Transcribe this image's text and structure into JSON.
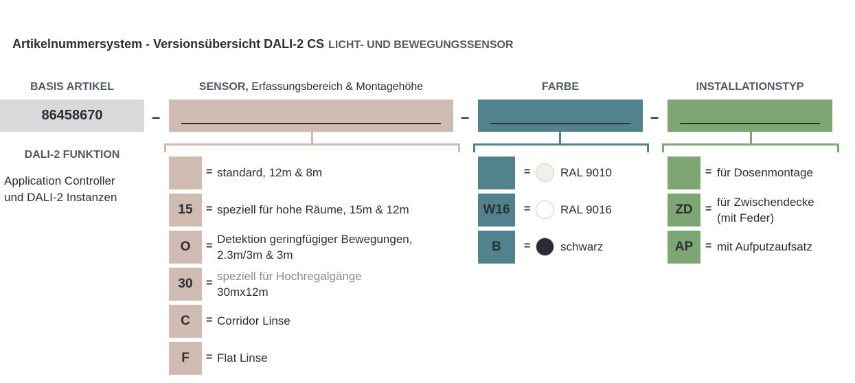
{
  "title": "Artikelnummersystem - Versionsübersicht DALI-2 CS",
  "subtitle": "LICHT- UND BEWEGUNGSSENSOR",
  "basis": {
    "header": "BASIS ARTIKEL",
    "value": "86458670"
  },
  "dali": {
    "header": "DALI-2 FUNKTION",
    "line1": "Application Controller",
    "line2": "und DALI-2 Instanzen"
  },
  "separator": "–",
  "equals": "=",
  "sensor": {
    "header_bold": "SENSOR,",
    "header_rest": "Erfassungsbereich & Montagehöhe",
    "color": "#d0bbb3",
    "items": [
      {
        "code": "",
        "text1": "standard, 12m & 8m",
        "text2": ""
      },
      {
        "code": "15",
        "text1": "speziell für hohe Räume, 15m & 12m",
        "text2": ""
      },
      {
        "code": "O",
        "text1": "Detektion geringfügiger Bewegungen,",
        "text2": "2.3m/3m & 3m"
      },
      {
        "code": "30",
        "text1": "speziell für Hochregalgänge",
        "text2": "30mx12m"
      },
      {
        "code": "C",
        "text1": "Corridor Linse",
        "text2": ""
      },
      {
        "code": "F",
        "text1": "Flat Linse",
        "text2": ""
      }
    ]
  },
  "farbe": {
    "header": "FARBE",
    "color": "#52838c",
    "items": [
      {
        "code": "",
        "text": "RAL 9010",
        "swatch": "#f3f0ea"
      },
      {
        "code": "W16",
        "text": "RAL 9016",
        "swatch": "#ffffff"
      },
      {
        "code": "B",
        "text": "schwarz",
        "swatch": "#2a2d33"
      }
    ]
  },
  "install": {
    "header": "INSTALLATIONSTYP",
    "color": "#7ea574",
    "items": [
      {
        "code": "",
        "text1": "für Dosenmontage",
        "text2": ""
      },
      {
        "code": "ZD",
        "text1": "für Zwischendecke",
        "text2": "(mit Feder)"
      },
      {
        "code": "AP",
        "text1": "mit Aufputzaufsatz",
        "text2": ""
      }
    ]
  }
}
